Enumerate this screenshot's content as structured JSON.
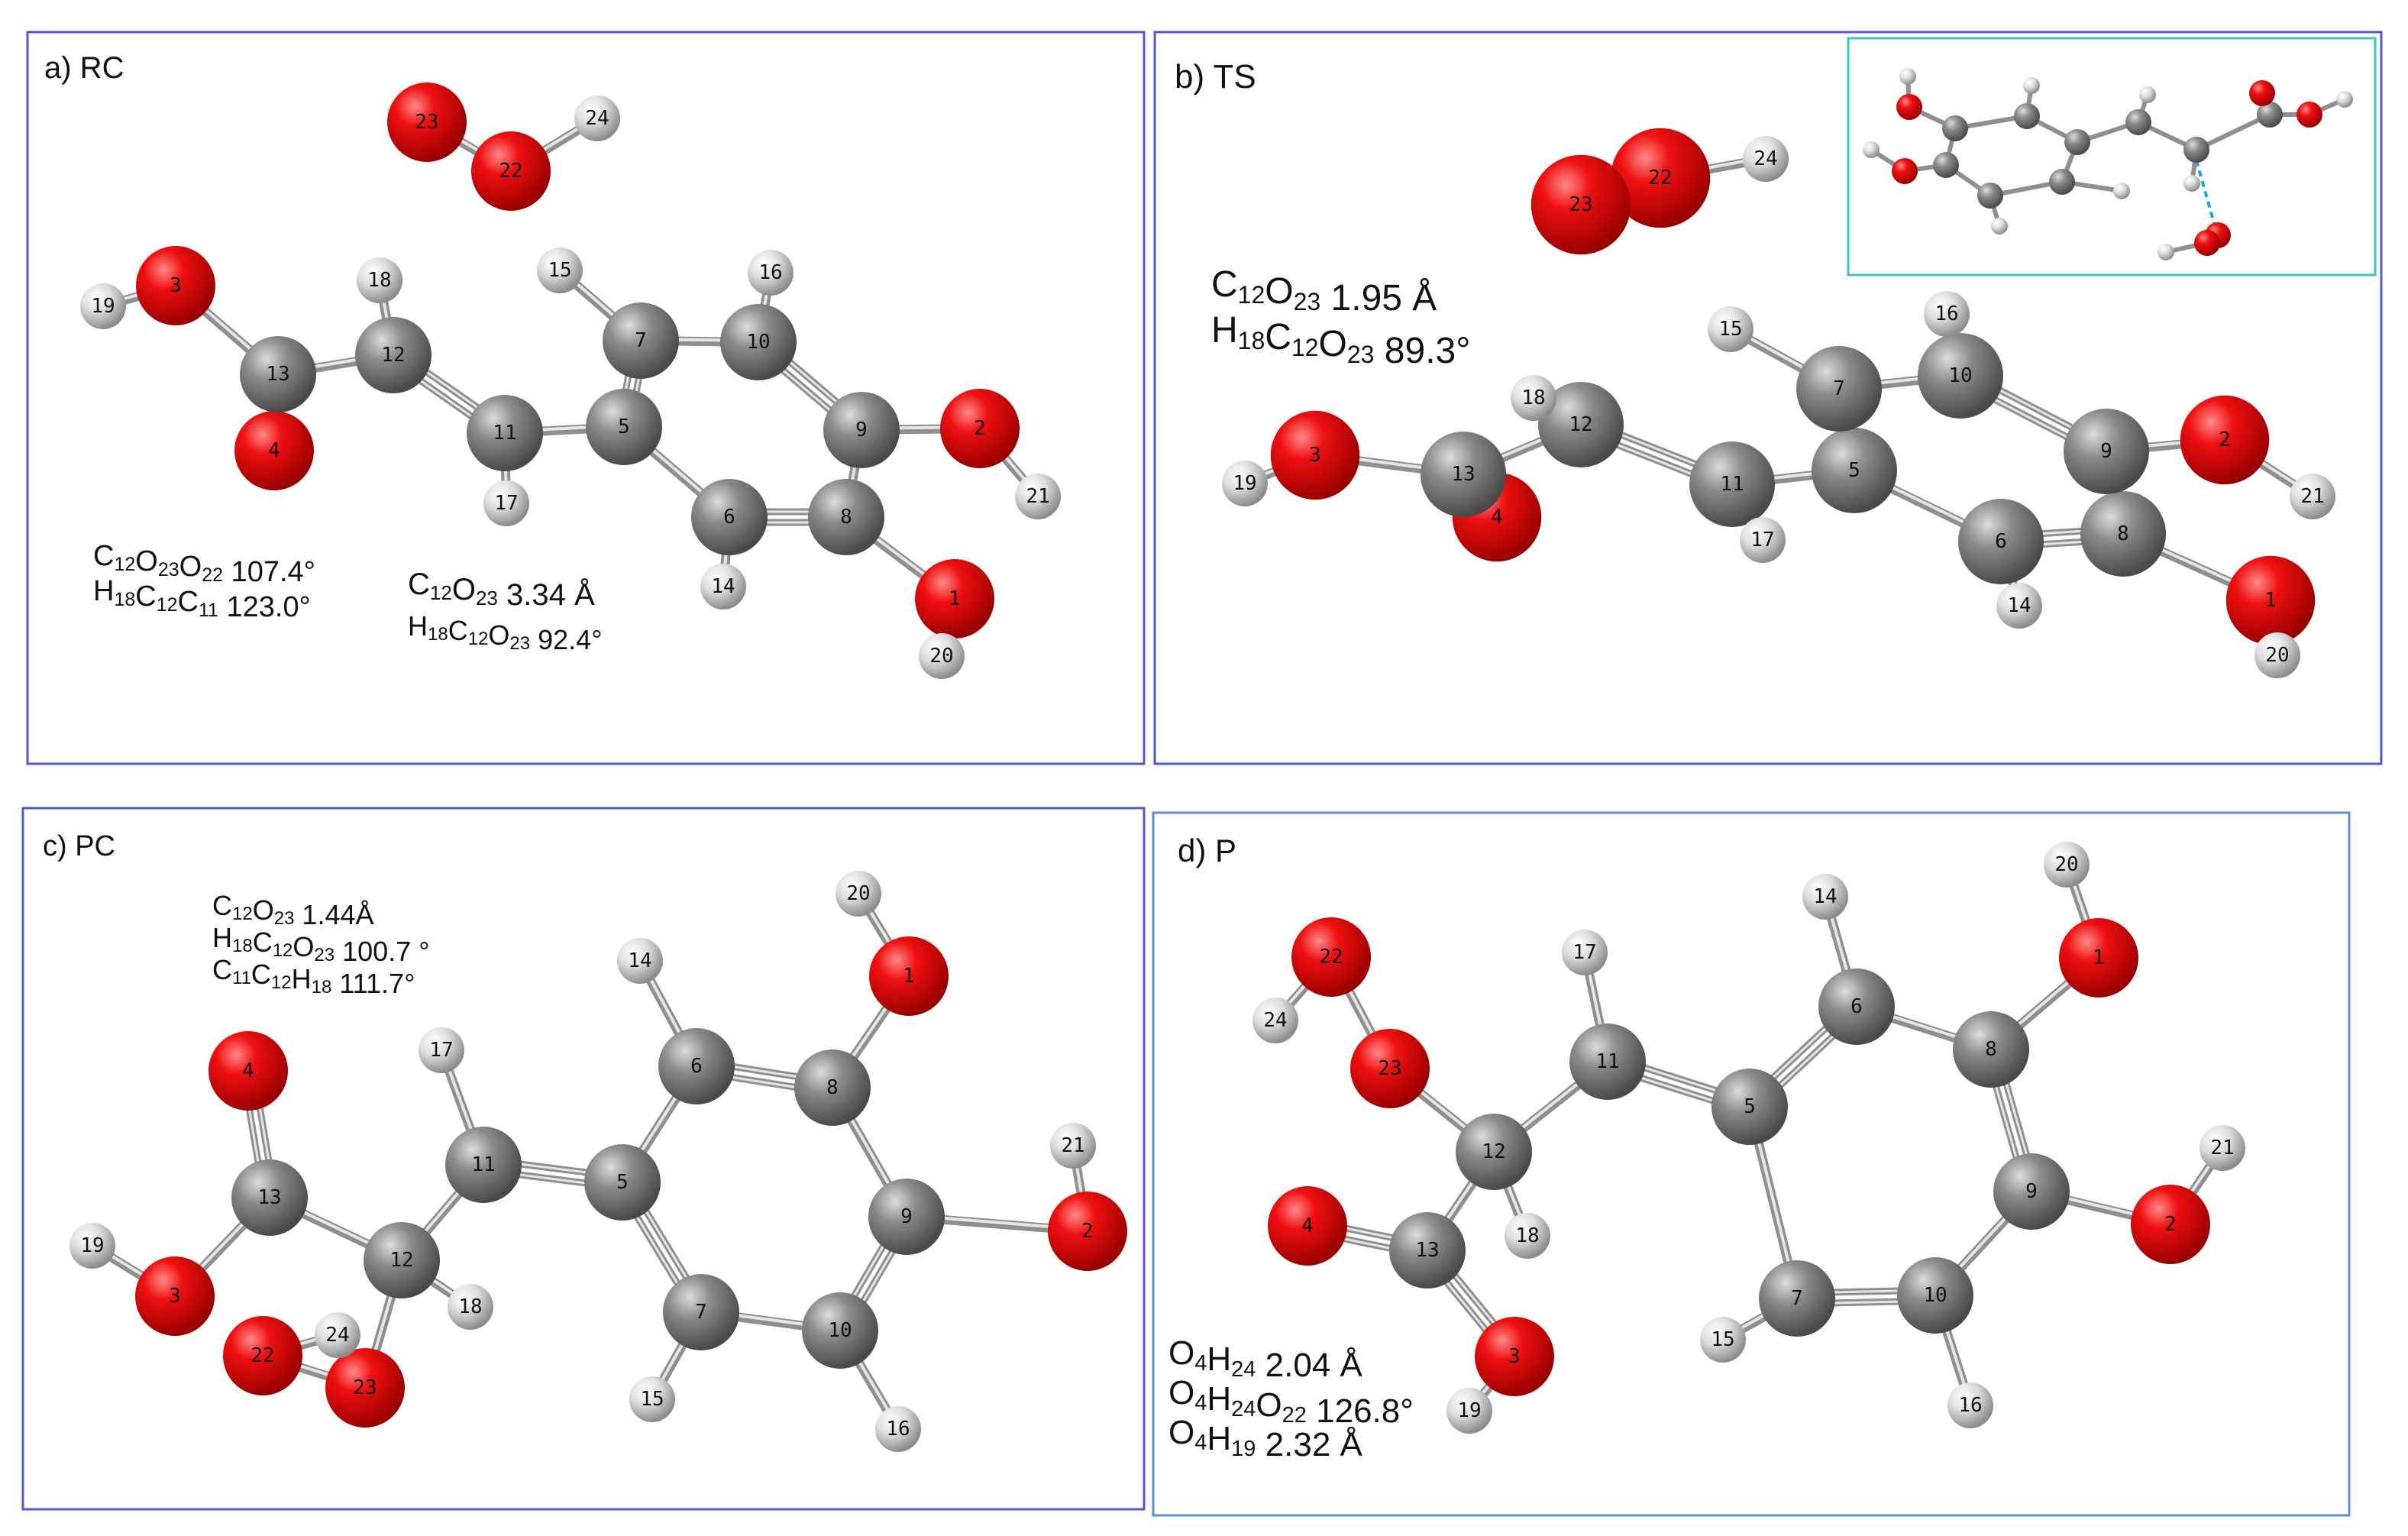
{
  "colors": {
    "O": "#e00000",
    "C": "#7d7d7d",
    "H": "#d4d4d4",
    "frame_blue": "#5757c8",
    "frame_light": "#5b8fd6",
    "inset_frame": "#3cc8b8"
  },
  "panels": [
    {
      "id": "a",
      "title": "a) RC",
      "measurements": [
        {
          "formula": [
            "C",
            "12",
            "O",
            "23",
            "O",
            "22"
          ],
          "value": "107.4°"
        },
        {
          "formula": [
            "H",
            "18",
            "C",
            "12",
            "C",
            "11"
          ],
          "value": "123.0°"
        },
        {
          "formula": [
            "C",
            "12",
            "O",
            "23"
          ],
          "value": "3.34 Å"
        },
        {
          "formula": [
            "H",
            "18",
            "C",
            "12",
            "O",
            "23"
          ],
          "value": "92.4°"
        }
      ],
      "atoms": [
        {
          "n": "1",
          "e": "O"
        },
        {
          "n": "2",
          "e": "O"
        },
        {
          "n": "3",
          "e": "O"
        },
        {
          "n": "4",
          "e": "O"
        },
        {
          "n": "5",
          "e": "C"
        },
        {
          "n": "6",
          "e": "C"
        },
        {
          "n": "7",
          "e": "C"
        },
        {
          "n": "8",
          "e": "C"
        },
        {
          "n": "9",
          "e": "C"
        },
        {
          "n": "10",
          "e": "C"
        },
        {
          "n": "11",
          "e": "C"
        },
        {
          "n": "12",
          "e": "C"
        },
        {
          "n": "13",
          "e": "C"
        },
        {
          "n": "14",
          "e": "H"
        },
        {
          "n": "15",
          "e": "H"
        },
        {
          "n": "16",
          "e": "H"
        },
        {
          "n": "17",
          "e": "H"
        },
        {
          "n": "18",
          "e": "H"
        },
        {
          "n": "19",
          "e": "H"
        },
        {
          "n": "20",
          "e": "H"
        },
        {
          "n": "21",
          "e": "H"
        },
        {
          "n": "22",
          "e": "O"
        },
        {
          "n": "23",
          "e": "O"
        },
        {
          "n": "24",
          "e": "H"
        }
      ]
    },
    {
      "id": "b",
      "title": "b) TS",
      "measurements": [
        {
          "formula": [
            "C",
            "12",
            "O",
            "23"
          ],
          "value": "1.95 Å"
        },
        {
          "formula": [
            "H",
            "18",
            "C",
            "12",
            "O",
            "23"
          ],
          "value": "89.3°"
        }
      ],
      "atoms": [
        {
          "n": "1",
          "e": "O"
        },
        {
          "n": "2",
          "e": "O"
        },
        {
          "n": "3",
          "e": "O"
        },
        {
          "n": "4",
          "e": "O"
        },
        {
          "n": "5",
          "e": "C"
        },
        {
          "n": "6",
          "e": "C"
        },
        {
          "n": "7",
          "e": "C"
        },
        {
          "n": "8",
          "e": "C"
        },
        {
          "n": "9",
          "e": "C"
        },
        {
          "n": "10",
          "e": "C"
        },
        {
          "n": "11",
          "e": "C"
        },
        {
          "n": "12",
          "e": "C"
        },
        {
          "n": "13",
          "e": "C"
        },
        {
          "n": "14",
          "e": "H"
        },
        {
          "n": "15",
          "e": "H"
        },
        {
          "n": "16",
          "e": "H"
        },
        {
          "n": "17",
          "e": "H"
        },
        {
          "n": "18",
          "e": "H"
        },
        {
          "n": "19",
          "e": "H"
        },
        {
          "n": "20",
          "e": "H"
        },
        {
          "n": "21",
          "e": "H"
        },
        {
          "n": "22",
          "e": "O"
        },
        {
          "n": "23",
          "e": "O"
        },
        {
          "n": "24",
          "e": "H"
        }
      ]
    },
    {
      "id": "c",
      "title": "c) PC",
      "measurements": [
        {
          "formula": [
            "C",
            "12",
            "O",
            "23"
          ],
          "value": "1.44Å"
        },
        {
          "formula": [
            "H",
            "18",
            "C",
            "12",
            "O",
            "23"
          ],
          "value": "100.7 °"
        },
        {
          "formula": [
            "C",
            "11",
            "C",
            "12",
            "H",
            "18"
          ],
          "value": "111.7°"
        }
      ],
      "atoms": [
        {
          "n": "1",
          "e": "O"
        },
        {
          "n": "2",
          "e": "O"
        },
        {
          "n": "3",
          "e": "O"
        },
        {
          "n": "4",
          "e": "O"
        },
        {
          "n": "5",
          "e": "C"
        },
        {
          "n": "6",
          "e": "C"
        },
        {
          "n": "7",
          "e": "C"
        },
        {
          "n": "8",
          "e": "C"
        },
        {
          "n": "9",
          "e": "C"
        },
        {
          "n": "10",
          "e": "C"
        },
        {
          "n": "11",
          "e": "C"
        },
        {
          "n": "12",
          "e": "C"
        },
        {
          "n": "13",
          "e": "C"
        },
        {
          "n": "14",
          "e": "H"
        },
        {
          "n": "15",
          "e": "H"
        },
        {
          "n": "16",
          "e": "H"
        },
        {
          "n": "17",
          "e": "H"
        },
        {
          "n": "18",
          "e": "H"
        },
        {
          "n": "19",
          "e": "H"
        },
        {
          "n": "20",
          "e": "H"
        },
        {
          "n": "21",
          "e": "H"
        },
        {
          "n": "22",
          "e": "O"
        },
        {
          "n": "23",
          "e": "O"
        },
        {
          "n": "24",
          "e": "H"
        }
      ]
    },
    {
      "id": "d",
      "title": "d) P",
      "measurements": [
        {
          "formula": [
            "O",
            "4",
            "H",
            "24"
          ],
          "value": "2.04 Å"
        },
        {
          "formula": [
            "O",
            "4",
            "H",
            "24",
            "O",
            "22"
          ],
          "value": "126.8°"
        },
        {
          "formula": [
            "O",
            "4",
            "H",
            "19"
          ],
          "value": "2.32 Å"
        }
      ],
      "atoms": [
        {
          "n": "1",
          "e": "O"
        },
        {
          "n": "2",
          "e": "O"
        },
        {
          "n": "3",
          "e": "O"
        },
        {
          "n": "4",
          "e": "O"
        },
        {
          "n": "5",
          "e": "C"
        },
        {
          "n": "6",
          "e": "C"
        },
        {
          "n": "7",
          "e": "C"
        },
        {
          "n": "8",
          "e": "C"
        },
        {
          "n": "9",
          "e": "C"
        },
        {
          "n": "10",
          "e": "C"
        },
        {
          "n": "11",
          "e": "C"
        },
        {
          "n": "12",
          "e": "C"
        },
        {
          "n": "13",
          "e": "C"
        },
        {
          "n": "14",
          "e": "H"
        },
        {
          "n": "15",
          "e": "H"
        },
        {
          "n": "16",
          "e": "H"
        },
        {
          "n": "17",
          "e": "H"
        },
        {
          "n": "18",
          "e": "H"
        },
        {
          "n": "19",
          "e": "H"
        },
        {
          "n": "20",
          "e": "H"
        },
        {
          "n": "21",
          "e": "H"
        },
        {
          "n": "22",
          "e": "O"
        },
        {
          "n": "23",
          "e": "O"
        },
        {
          "n": "24",
          "e": "H"
        }
      ]
    }
  ]
}
